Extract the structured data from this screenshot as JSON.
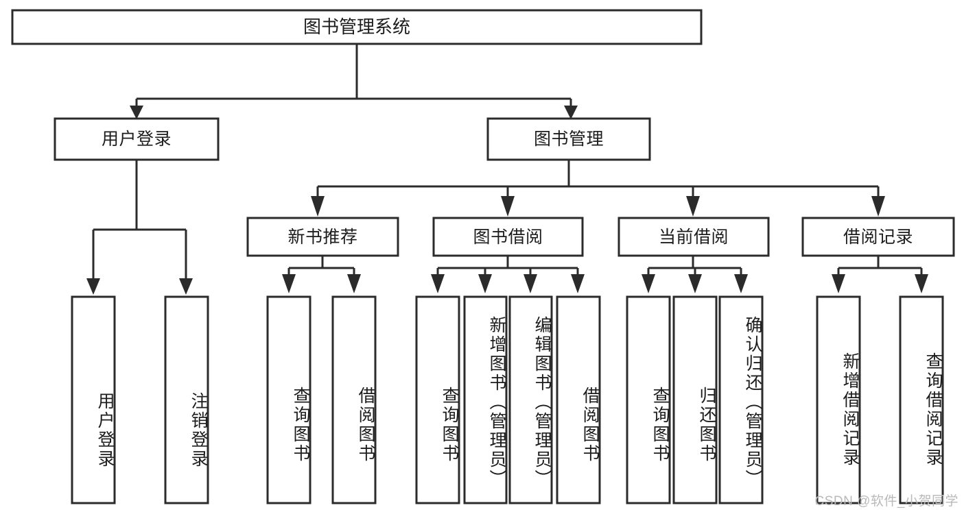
{
  "diagram": {
    "title": "图书管理系统",
    "type": "tree-hierarchy-diagram",
    "colors": {
      "stroke": "#2b2b2b",
      "fill": "#ffffff",
      "text": "#1c1c1c",
      "watermark": "#b9b9b9",
      "background": "#ffffff"
    },
    "root": {
      "label": "图书管理系统"
    },
    "level1": [
      {
        "label": "用户登录"
      },
      {
        "label": "图书管理"
      }
    ],
    "level2": [
      {
        "label": "新书推荐"
      },
      {
        "label": "图书借阅"
      },
      {
        "label": "当前借阅"
      },
      {
        "label": "借阅记录"
      }
    ],
    "leaves": {
      "user_login": [
        {
          "label": "用户登录"
        },
        {
          "label": "注销登录"
        }
      ],
      "new_book_recommend": [
        {
          "label": "查询图书"
        },
        {
          "label": "借阅图书"
        }
      ],
      "book_borrow": [
        {
          "label": "查询图书"
        },
        {
          "label": "新增图书（管理员）"
        },
        {
          "label": "编辑图书（管理员）"
        },
        {
          "label": "借阅图书"
        }
      ],
      "current_borrow": [
        {
          "label": "查询图书"
        },
        {
          "label": "归还图书"
        },
        {
          "label": "确认归还（管理员）"
        }
      ],
      "borrow_record": [
        {
          "label": "新增借阅记录"
        },
        {
          "label": "查询借阅记录"
        }
      ]
    }
  },
  "watermark": {
    "text": "CSDN @软件_小贺同学"
  }
}
